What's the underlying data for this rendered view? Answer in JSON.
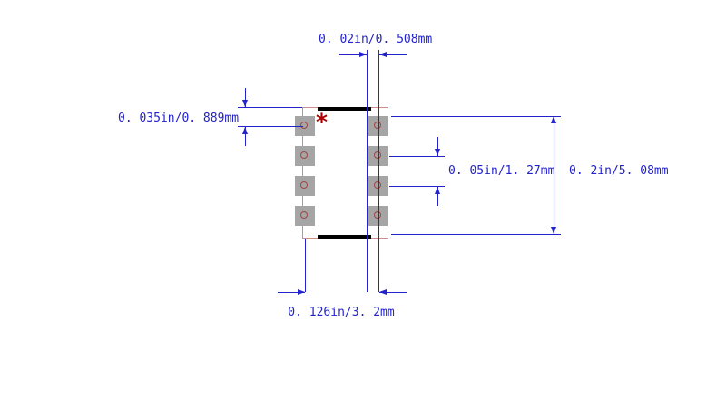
{
  "colors": {
    "background": "#ffffff",
    "dimension": "#2323cb",
    "pad": "#a5a5a5",
    "pad_hole": "#a04545",
    "body_outline": "#d28b8b",
    "bar": "#000000",
    "pin1": "#aa0000"
  },
  "package": {
    "pin1_marker": "*",
    "pads_per_side": 4
  },
  "dimensions": {
    "pad_width": "0. 02in/0. 508mm",
    "edge_offset": "0. 035in/0. 889mm",
    "pin_pitch": "0. 05in/1. 27mm",
    "pattern_height": "0. 2in/5. 08mm",
    "pattern_width": "0. 126in/3. 2mm"
  }
}
